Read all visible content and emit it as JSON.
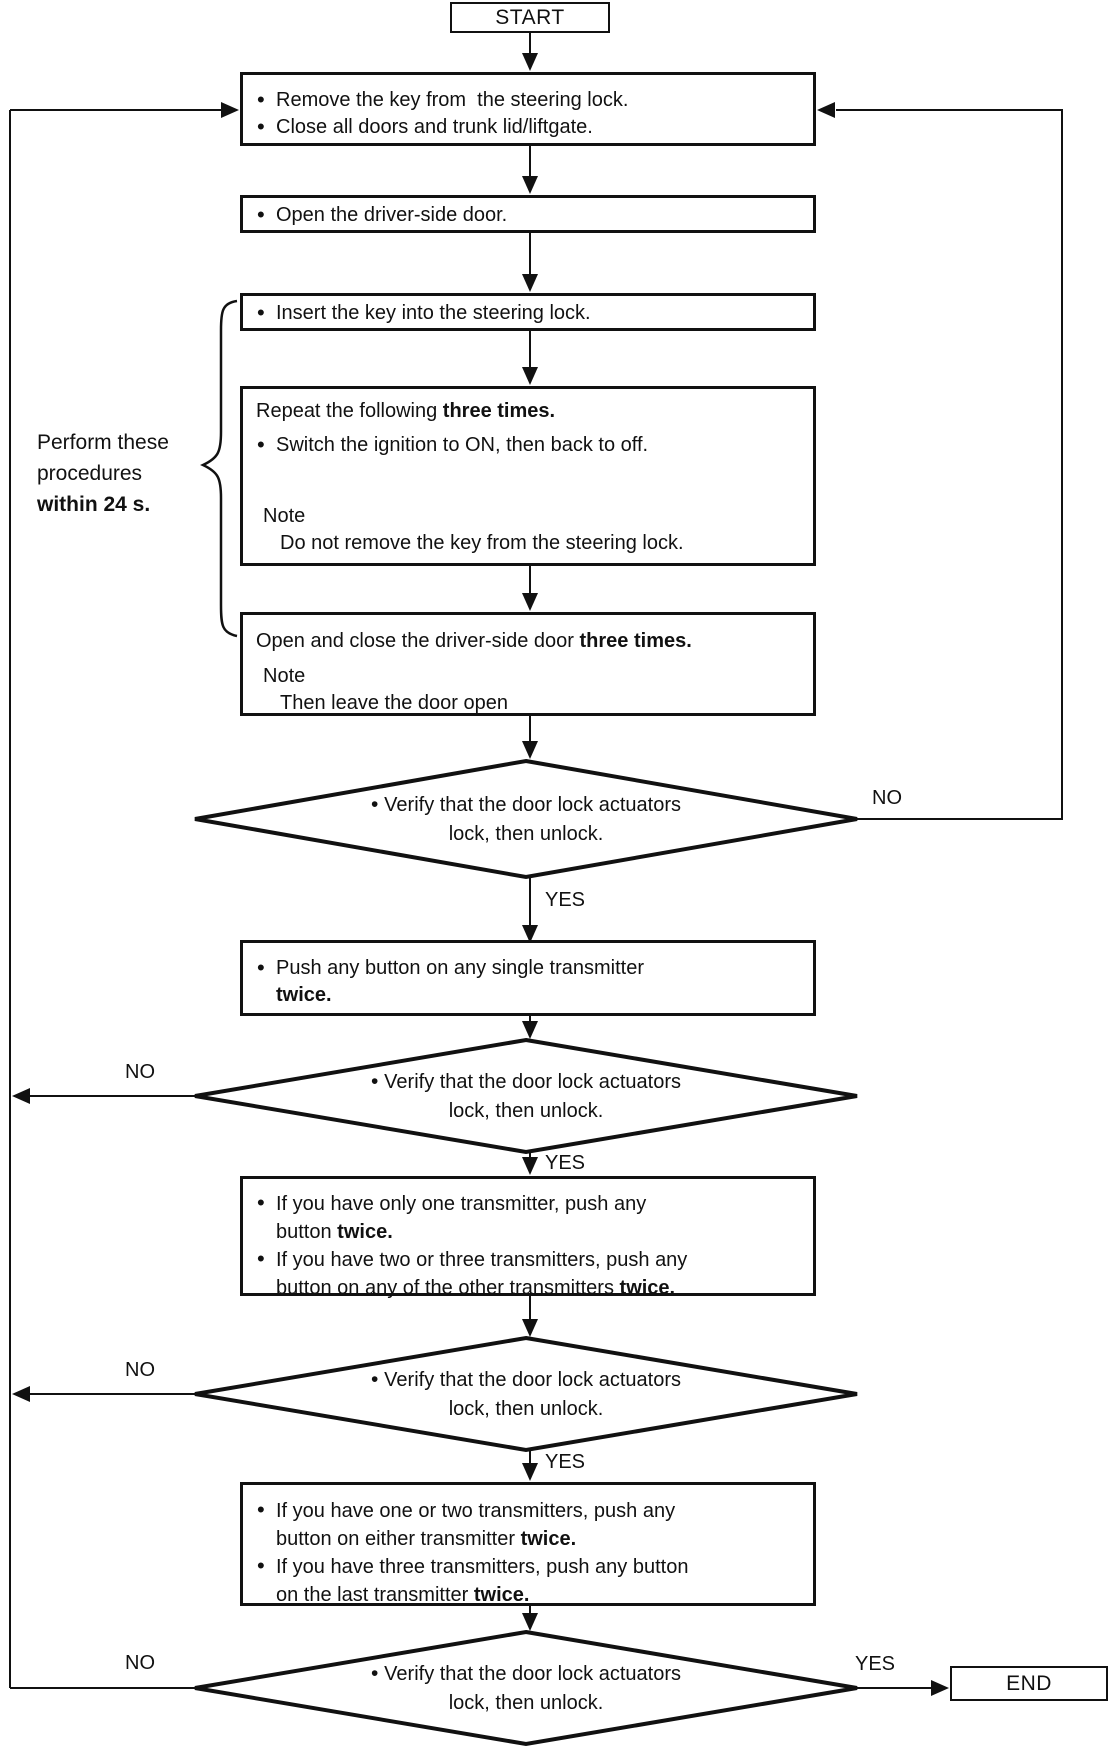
{
  "terminals": {
    "start": "START",
    "end": "END"
  },
  "labels": {
    "yes": "YES",
    "no": "NO"
  },
  "colors": {
    "ink": "#111111",
    "background": "#ffffff"
  },
  "side_note": {
    "lines": [
      {
        "cls": "plain",
        "seg": [
          {
            "t": "Perform these"
          }
        ]
      },
      {
        "cls": "plain",
        "seg": [
          {
            "t": "procedures"
          }
        ]
      },
      {
        "cls": "plain",
        "seg": [
          {
            "t": "within 24 s.",
            "b": true
          }
        ]
      }
    ]
  },
  "steps": {
    "remove_key": {
      "lines": [
        {
          "cls": "bullet",
          "seg": [
            {
              "t": "Remove the key from  the steering lock."
            }
          ]
        },
        {
          "cls": "bullet",
          "seg": [
            {
              "t": "Close all doors and trunk lid/liftgate."
            }
          ]
        }
      ]
    },
    "open_door": {
      "lines": [
        {
          "cls": "bullet",
          "seg": [
            {
              "t": "Open the driver-side door."
            }
          ]
        }
      ]
    },
    "insert_key": {
      "lines": [
        {
          "cls": "bullet",
          "seg": [
            {
              "t": "Insert the key into the steering lock."
            }
          ]
        }
      ]
    },
    "ignition_cycle": {
      "lines": [
        {
          "cls": "plain",
          "seg": [
            {
              "t": "Repeat the following "
            },
            {
              "t": "three times.",
              "b": true
            }
          ]
        },
        {
          "cls": "bullet",
          "seg": [
            {
              "t": "Switch the ignition to ON, then back to off."
            }
          ]
        },
        {
          "cls": "note-title",
          "seg": [
            {
              "t": "Note"
            }
          ]
        },
        {
          "cls": "note-body",
          "seg": [
            {
              "t": "Do not remove the key from the steering lock."
            }
          ]
        }
      ]
    },
    "open_close_door": {
      "lines": [
        {
          "cls": "plain",
          "seg": [
            {
              "t": "Open and close the driver-side door "
            },
            {
              "t": "three times.",
              "b": true
            }
          ]
        },
        {
          "cls": "note-title",
          "seg": [
            {
              "t": "Note"
            }
          ]
        },
        {
          "cls": "note-body",
          "seg": [
            {
              "t": "Then leave the door open"
            }
          ]
        }
      ]
    },
    "push_single": {
      "lines": [
        {
          "cls": "bullet",
          "seg": [
            {
              "t": "Push any button on any single transmitter"
            }
          ]
        },
        {
          "cls": "hang",
          "seg": [
            {
              "t": "twice.",
              "b": true
            }
          ]
        }
      ]
    },
    "second_transmitter": {
      "lines": [
        {
          "cls": "bullet",
          "seg": [
            {
              "t": "If you have only one transmitter, push any"
            }
          ]
        },
        {
          "cls": "hang",
          "seg": [
            {
              "t": "button "
            },
            {
              "t": "twice.",
              "b": true
            }
          ]
        },
        {
          "cls": "bullet",
          "seg": [
            {
              "t": "If you have two or three transmitters, push any"
            }
          ]
        },
        {
          "cls": "hang",
          "seg": [
            {
              "t": "button on any of the other transmitters "
            },
            {
              "t": "twice.",
              "b": true
            }
          ]
        }
      ]
    },
    "last_transmitter": {
      "lines": [
        {
          "cls": "bullet",
          "seg": [
            {
              "t": "If you have one or two transmitters, push any"
            }
          ]
        },
        {
          "cls": "hang",
          "seg": [
            {
              "t": "button on either transmitter "
            },
            {
              "t": "twice.",
              "b": true
            }
          ]
        },
        {
          "cls": "bullet",
          "seg": [
            {
              "t": "If you have three transmitters, push any button"
            }
          ]
        },
        {
          "cls": "hang",
          "seg": [
            {
              "t": "on the last transmitter "
            },
            {
              "t": "twice.",
              "b": true
            }
          ]
        }
      ]
    }
  },
  "decision": {
    "lines": [
      {
        "cls": "dbullet",
        "seg": [
          {
            "t": "Verify that the door lock actuators"
          }
        ]
      },
      {
        "cls": "dplain",
        "seg": [
          {
            "t": "lock, then unlock."
          }
        ]
      }
    ]
  }
}
